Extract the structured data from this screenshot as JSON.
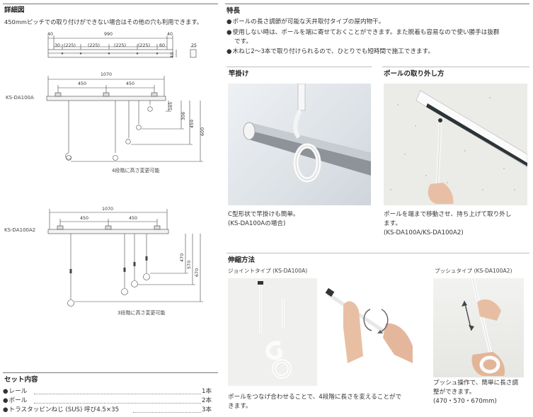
{
  "detail": {
    "title": "詳細図",
    "note": "450mmピッチでの取り付けができない場合はその他の穴も利用できます。",
    "top_dims": [
      "40",
      "990",
      "40",
      "30",
      "(225)",
      "(225)",
      "(225)",
      "(225)",
      "60",
      "25",
      "40"
    ],
    "model_a": {
      "label": "KS-DA100A",
      "width": "1070",
      "pitch": [
        "450",
        "450"
      ],
      "heights": [
        "165",
        "306",
        "459",
        "600"
      ],
      "note": "4段階に高さ変更可能"
    },
    "model_a2": {
      "label": "KS-DA100A2",
      "width": "1070",
      "pitch": [
        "450",
        "450"
      ],
      "heights": [
        "470",
        "570",
        "670"
      ],
      "note": "3段階に高さ変更可能"
    }
  },
  "set": {
    "title": "セット内容",
    "items": [
      {
        "name": "レール",
        "qty": "1本"
      },
      {
        "name": "ポール",
        "qty": "2本"
      },
      {
        "name": "トラスタッピンねじ (SUS) 呼び4.5×35",
        "qty": "3本"
      }
    ]
  },
  "features": {
    "title": "特長",
    "items": [
      "ポールの長さ調節が可能な天井取付タイプの屋内物干。",
      "使用しない時は、ポールを端に寄せておくことができます。また脱着も容易なので使い勝手は抜群",
      "です。",
      "木ねじ2～3本で取り付けられるので、ひとりでも短時間で施工できます。"
    ]
  },
  "hanger": {
    "title": "竿掛け",
    "caption1": "C型形状で竿掛けも簡単。",
    "caption2": "(KS-DA100Aの場合)"
  },
  "removal": {
    "title": "ポールの取り外し方",
    "caption1": "ポールを端まで移動させ、持ち上げて取り外し",
    "caption2": "ます。",
    "caption3": "(KS-DA100A/KS-DA100A2)"
  },
  "extend": {
    "title": "伸縮方法",
    "joint_label": "ジョイントタイプ (KS-DA100A)",
    "joint_caption1": "ポールをつなげ合わせることで、4段階に長さを変えることがで",
    "joint_caption2": "きます。",
    "push_label": "プッシュタイプ (KS-DA100A2)",
    "push_caption1": "プッシュ操作で、簡単に長さ調",
    "push_caption2": "整ができます。",
    "push_caption3": "(470・570・670mm)"
  }
}
